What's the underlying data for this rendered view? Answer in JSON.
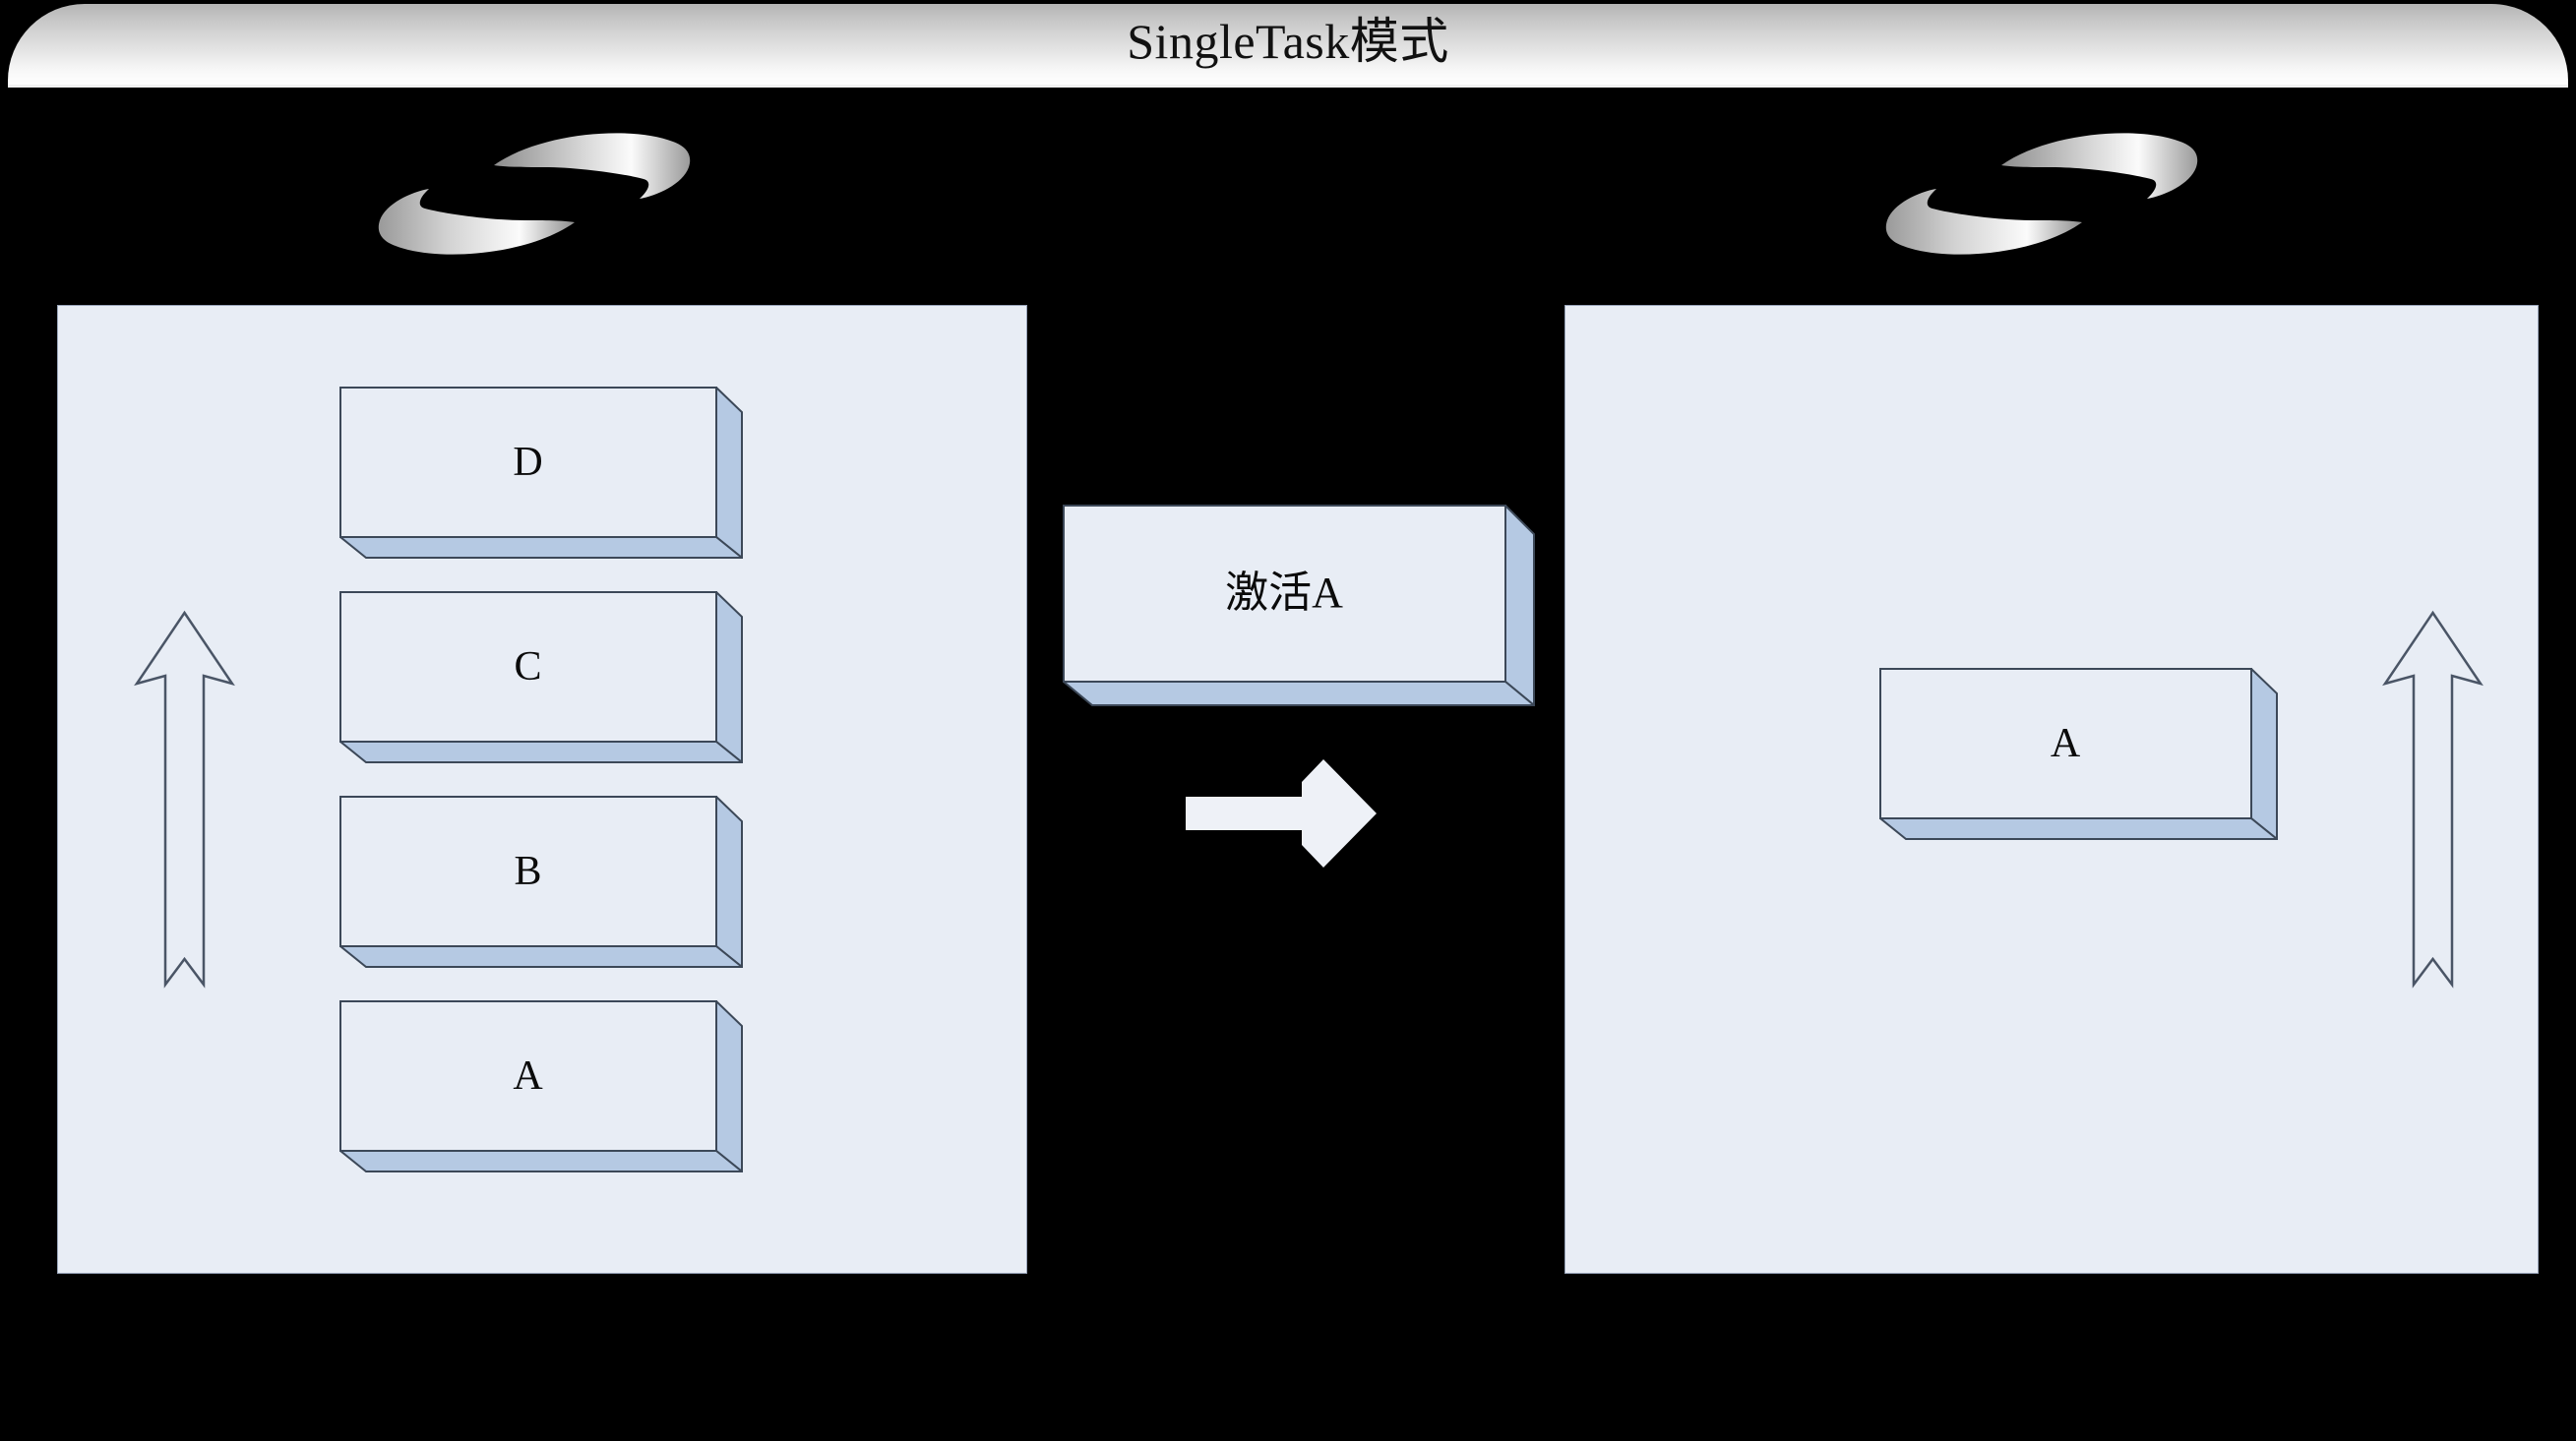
{
  "slide": {
    "title": "SingleTask模式",
    "background_color": "#000000"
  },
  "colors": {
    "panel_fill": "#e8edf5",
    "panel_border": "#9aa6bb",
    "block_face": "#e8edf5",
    "block_side": "#b5c9e3",
    "block_border": "#3c4858",
    "arrow_white": "#eef1f7",
    "arrow_outline": "#4a5566",
    "title_text": "#111111",
    "banner_gradient_top": "#b4b4b4",
    "banner_gradient_bottom": "#ffffff"
  },
  "left_panel": {
    "name": "task-stack-before",
    "decoration_icon": "swirl-icon",
    "up_arrow_icon": "stack-growth-up-arrow-icon",
    "stack": [
      {
        "label": "D"
      },
      {
        "label": "C"
      },
      {
        "label": "B"
      },
      {
        "label": "A"
      }
    ]
  },
  "middle": {
    "action_box_label": "激活A",
    "transition_icon": "right-arrow-icon"
  },
  "right_panel": {
    "name": "task-stack-after",
    "decoration_icon": "swirl-icon",
    "up_arrow_icon": "stack-growth-up-arrow-icon",
    "stack": [
      {
        "label": "A"
      }
    ]
  }
}
